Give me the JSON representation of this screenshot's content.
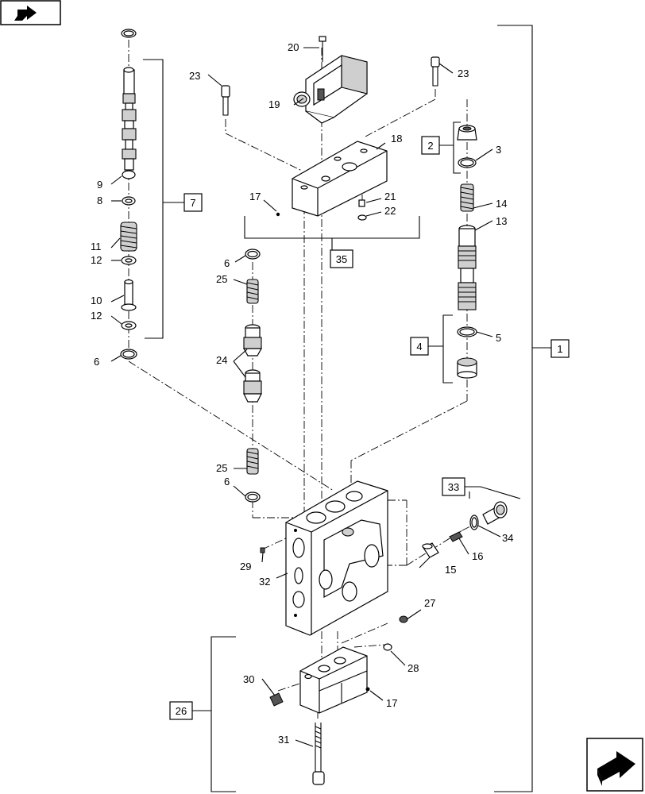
{
  "callouts": {
    "c1": "1",
    "c2": "2",
    "c3": "3",
    "c4": "4",
    "c5": "5",
    "c6a": "6",
    "c6b": "6",
    "c6c": "6",
    "c7": "7",
    "c8": "8",
    "c9": "9",
    "c10": "10",
    "c11": "11",
    "c12a": "12",
    "c12b": "12",
    "c13": "13",
    "c14": "14",
    "c15": "15",
    "c16": "16",
    "c17a": "17",
    "c17b": "17",
    "c18": "18",
    "c19": "19",
    "c20": "20",
    "c21": "21",
    "c22": "22",
    "c23a": "23",
    "c23b": "23",
    "c24": "24",
    "c25a": "25",
    "c25b": "25",
    "c26": "26",
    "c27": "27",
    "c28": "28",
    "c29": "29",
    "c30": "30",
    "c31": "31",
    "c32": "32",
    "c33": "33",
    "c34": "34",
    "c35": "35"
  },
  "icons": {
    "top_left": "back-arrow-icon",
    "bottom_right": "forward-arrow-icon"
  }
}
